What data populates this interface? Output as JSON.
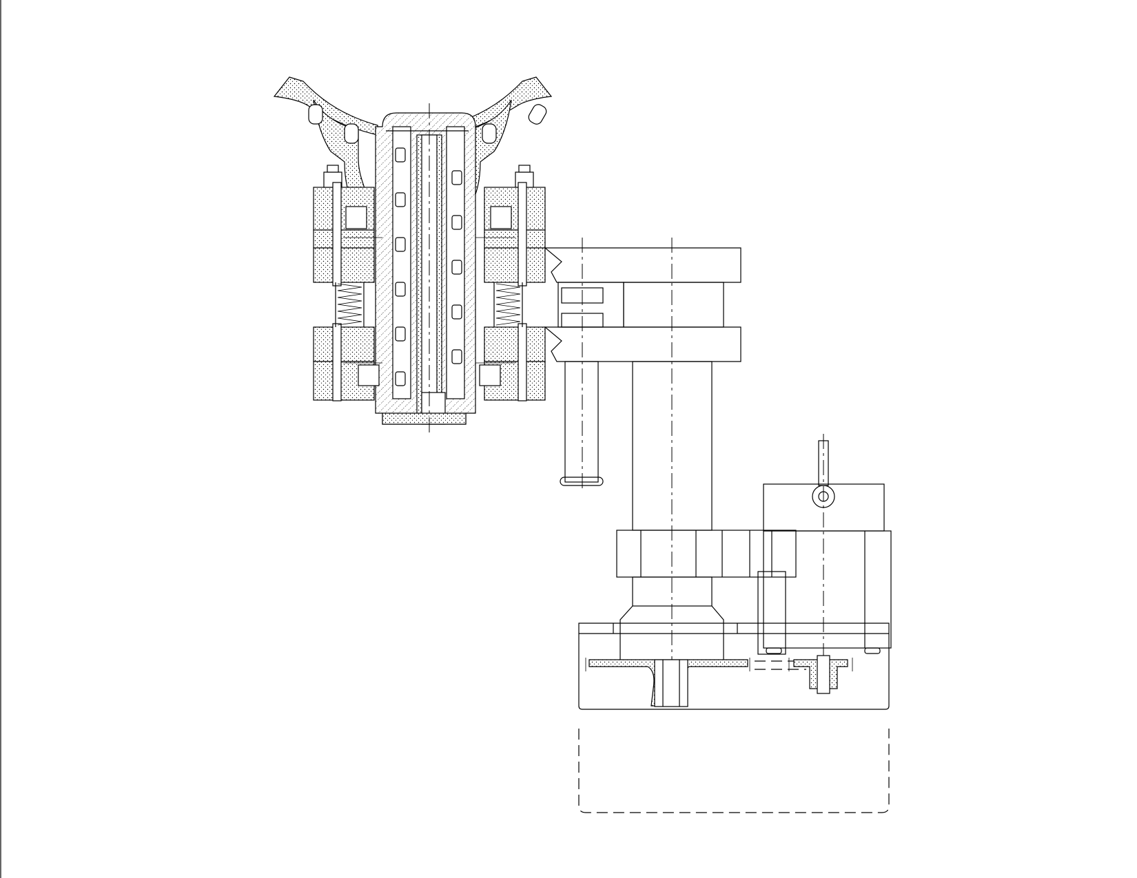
{
  "drawing": {
    "kind": "mechanical-section",
    "line_color": "#000000",
    "background": "#ffffff",
    "parts": [
      "curved-casing",
      "central-shaft",
      "left-flange-stack",
      "right-flange-stack",
      "compression-springs",
      "support-arm-plates",
      "vertical-column",
      "gear-head",
      "motor-housing",
      "gear-box",
      "drive-gears",
      "phantom-base"
    ]
  }
}
